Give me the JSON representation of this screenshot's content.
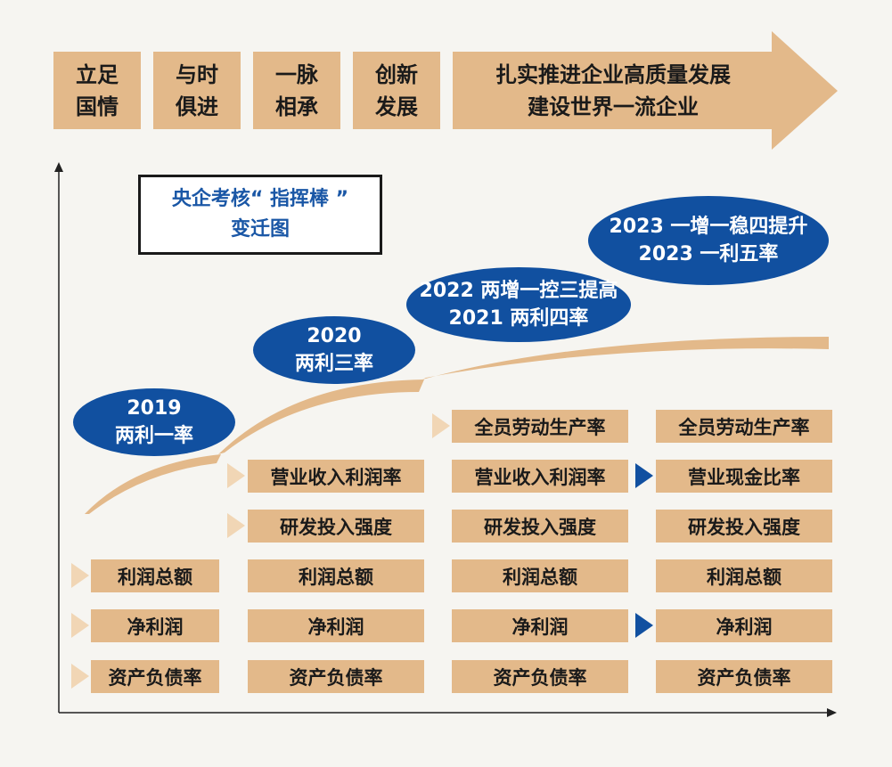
{
  "banner": {
    "boxes": [
      {
        "line1": "立足",
        "line2": "国情"
      },
      {
        "line1": "与时",
        "line2": "俱进"
      },
      {
        "line1": "一脉",
        "line2": "相承"
      },
      {
        "line1": "创新",
        "line2": "发展"
      }
    ],
    "arrow": {
      "line1": "扎实推进企业高质量发展",
      "line2": "建设世界一流企业"
    }
  },
  "title": {
    "line1": "央企考核“ 指挥棒 ”",
    "line2": "变迁图"
  },
  "milestones": [
    {
      "line1": "2019",
      "line2": "两利一率"
    },
    {
      "line1": "2020",
      "line2": "两利三率"
    },
    {
      "line1": "2022 两增一控三提高",
      "line2": "2021 两利四率"
    },
    {
      "line1": "2023 一增一稳四提升",
      "line2": "2023 一利五率"
    }
  ],
  "columns": [
    {
      "cells": [
        {
          "row": 3,
          "label": "利润总额",
          "marker": "new"
        },
        {
          "row": 4,
          "label": "净利润",
          "marker": "new"
        },
        {
          "row": 5,
          "label": "资产负债率",
          "marker": "new"
        }
      ]
    },
    {
      "cells": [
        {
          "row": 1,
          "label": "营业收入利润率",
          "marker": "new"
        },
        {
          "row": 2,
          "label": "研发投入强度",
          "marker": "new"
        },
        {
          "row": 3,
          "label": "利润总额"
        },
        {
          "row": 4,
          "label": "净利润"
        },
        {
          "row": 5,
          "label": "资产负债率"
        }
      ]
    },
    {
      "cells": [
        {
          "row": 0,
          "label": "全员劳动生产率",
          "marker": "new"
        },
        {
          "row": 1,
          "label": "营业收入利润率"
        },
        {
          "row": 2,
          "label": "研发投入强度"
        },
        {
          "row": 3,
          "label": "利润总额"
        },
        {
          "row": 4,
          "label": "净利润"
        },
        {
          "row": 5,
          "label": "资产负债率"
        }
      ]
    },
    {
      "cells": [
        {
          "row": 0,
          "label": "全员劳动生产率"
        },
        {
          "row": 1,
          "label": "营业现金比率",
          "marker": "changed"
        },
        {
          "row": 2,
          "label": "研发投入强度"
        },
        {
          "row": 3,
          "label": "利润总额"
        },
        {
          "row": 4,
          "label": "净利润",
          "marker": "changed"
        },
        {
          "row": 5,
          "label": "资产负债率"
        }
      ]
    }
  ],
  "colors": {
    "box": "#e3b98a",
    "blue": "#1150a0",
    "marker_new": "#f1d6b5",
    "marker_changed": "#1150a0"
  }
}
